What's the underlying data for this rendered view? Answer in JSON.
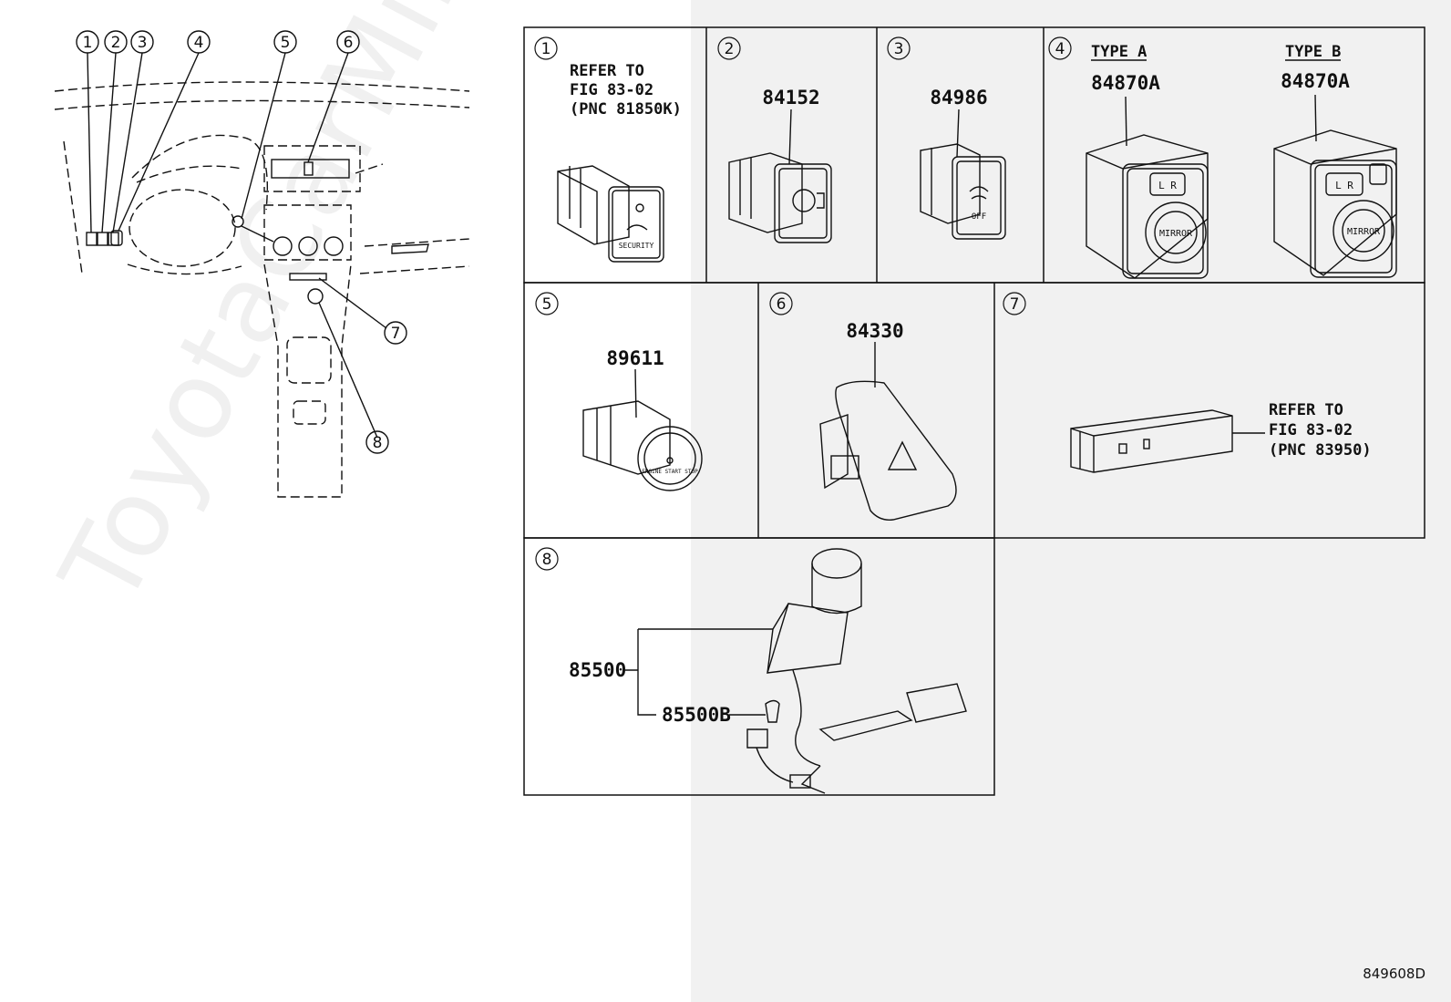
{
  "watermark": "ToyotaCarMiner.ru",
  "figure_code": "849608D",
  "callouts": [
    "1",
    "2",
    "3",
    "4",
    "5",
    "6",
    "7",
    "8"
  ],
  "panels": [
    {
      "num": "1",
      "refer": [
        "REFER TO",
        "FIG 83-02",
        "(PNC 81850K)"
      ],
      "switch_text": "SECURITY"
    },
    {
      "num": "2",
      "part": "84152"
    },
    {
      "num": "3",
      "part": "84986",
      "switch_text": "OFF"
    },
    {
      "num": "4",
      "type_a": "TYPE A",
      "type_b": "TYPE B",
      "part_a": "84870A",
      "part_b": "84870A",
      "knob_text": "MIRROR",
      "lr_text": "L R"
    },
    {
      "num": "5",
      "part": "89611",
      "switch_text": "ENGINE START STOP"
    },
    {
      "num": "6",
      "part": "84330"
    },
    {
      "num": "7",
      "refer": [
        "REFER TO",
        "FIG 83-02",
        "(PNC 83950)"
      ]
    },
    {
      "num": "8",
      "part": "85500",
      "part2": "85500B"
    }
  ]
}
